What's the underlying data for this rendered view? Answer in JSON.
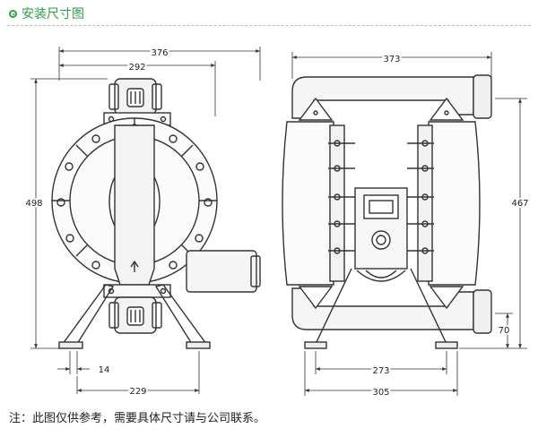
{
  "header": {
    "title": "安装尺寸图"
  },
  "dimensions": {
    "front_overall_width": "376",
    "front_inner_width": "292",
    "front_height": "498",
    "front_foot_width": "14",
    "front_base_width": "229",
    "side_overall_width": "373",
    "side_height": "467",
    "side_outlet_height": "70",
    "side_base_inner": "273",
    "side_base_outer": "305"
  },
  "colors": {
    "accent": "#2e9e4a",
    "line": "#333333"
  },
  "note": "注：此图仅供参考，需要具体尺寸请与公司联系。"
}
